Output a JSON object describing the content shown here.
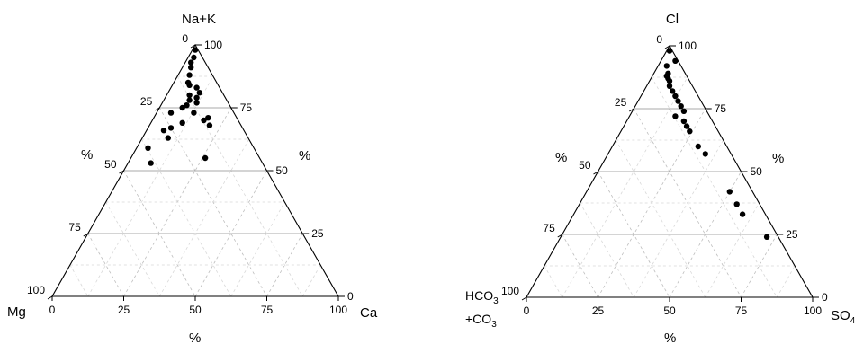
{
  "chart_data": [
    {
      "type": "ternary",
      "title": "",
      "vertex_labels": {
        "top": "Na+K",
        "left": "Mg",
        "right": "Ca"
      },
      "percent_labels": [
        "%",
        "%",
        "%"
      ],
      "tick_labels": [
        "0",
        "25",
        "50",
        "75",
        "100"
      ],
      "grid": true,
      "series": [
        {
          "points_top_right": [
            [
              98,
              1
            ],
            [
              95,
              2
            ],
            [
              93,
              2
            ],
            [
              91,
              3
            ],
            [
              88,
              4
            ],
            [
              85,
              5
            ],
            [
              84,
              6
            ],
            [
              83,
              9
            ],
            [
              81,
              11
            ],
            [
              79,
              11
            ],
            [
              80,
              8
            ],
            [
              78,
              9
            ],
            [
              77,
              12
            ],
            [
              76,
              9
            ],
            [
              75,
              8
            ],
            [
              73,
              5
            ],
            [
              73,
              13
            ],
            [
              71,
              19
            ],
            [
              70,
              18
            ],
            [
              69,
              11
            ],
            [
              68,
              21
            ],
            [
              67,
              8
            ],
            [
              66,
              6
            ],
            [
              63,
              9
            ],
            [
              59,
              4
            ],
            [
              55,
              26
            ],
            [
              53,
              8
            ]
          ]
        }
      ]
    },
    {
      "type": "ternary",
      "title": "",
      "vertex_labels": {
        "top": "Cl",
        "left_line1": "HCO",
        "left_line1_sub": "3",
        "left_line2": "+CO",
        "left_line2_sub": "3",
        "right": "SO",
        "right_sub": "4"
      },
      "percent_labels": [
        "%",
        "%",
        "%"
      ],
      "tick_labels": [
        "0",
        "25",
        "50",
        "75",
        "100"
      ],
      "grid": true,
      "series": [
        {
          "points_top_right": [
            [
              98,
              1
            ],
            [
              94,
              5
            ],
            [
              92,
              3
            ],
            [
              89,
              5
            ],
            [
              88,
              5
            ],
            [
              87,
              6
            ],
            [
              86,
              7
            ],
            [
              84,
              8
            ],
            [
              82,
              10
            ],
            [
              80,
              12
            ],
            [
              78,
              14
            ],
            [
              76,
              16
            ],
            [
              74,
              18
            ],
            [
              72,
              16
            ],
            [
              70,
              20
            ],
            [
              68,
              22
            ],
            [
              66,
              24
            ],
            [
              60,
              30
            ],
            [
              57,
              34
            ],
            [
              42,
              50
            ],
            [
              37,
              55
            ],
            [
              33,
              59
            ],
            [
              24,
              72
            ]
          ]
        }
      ]
    }
  ]
}
